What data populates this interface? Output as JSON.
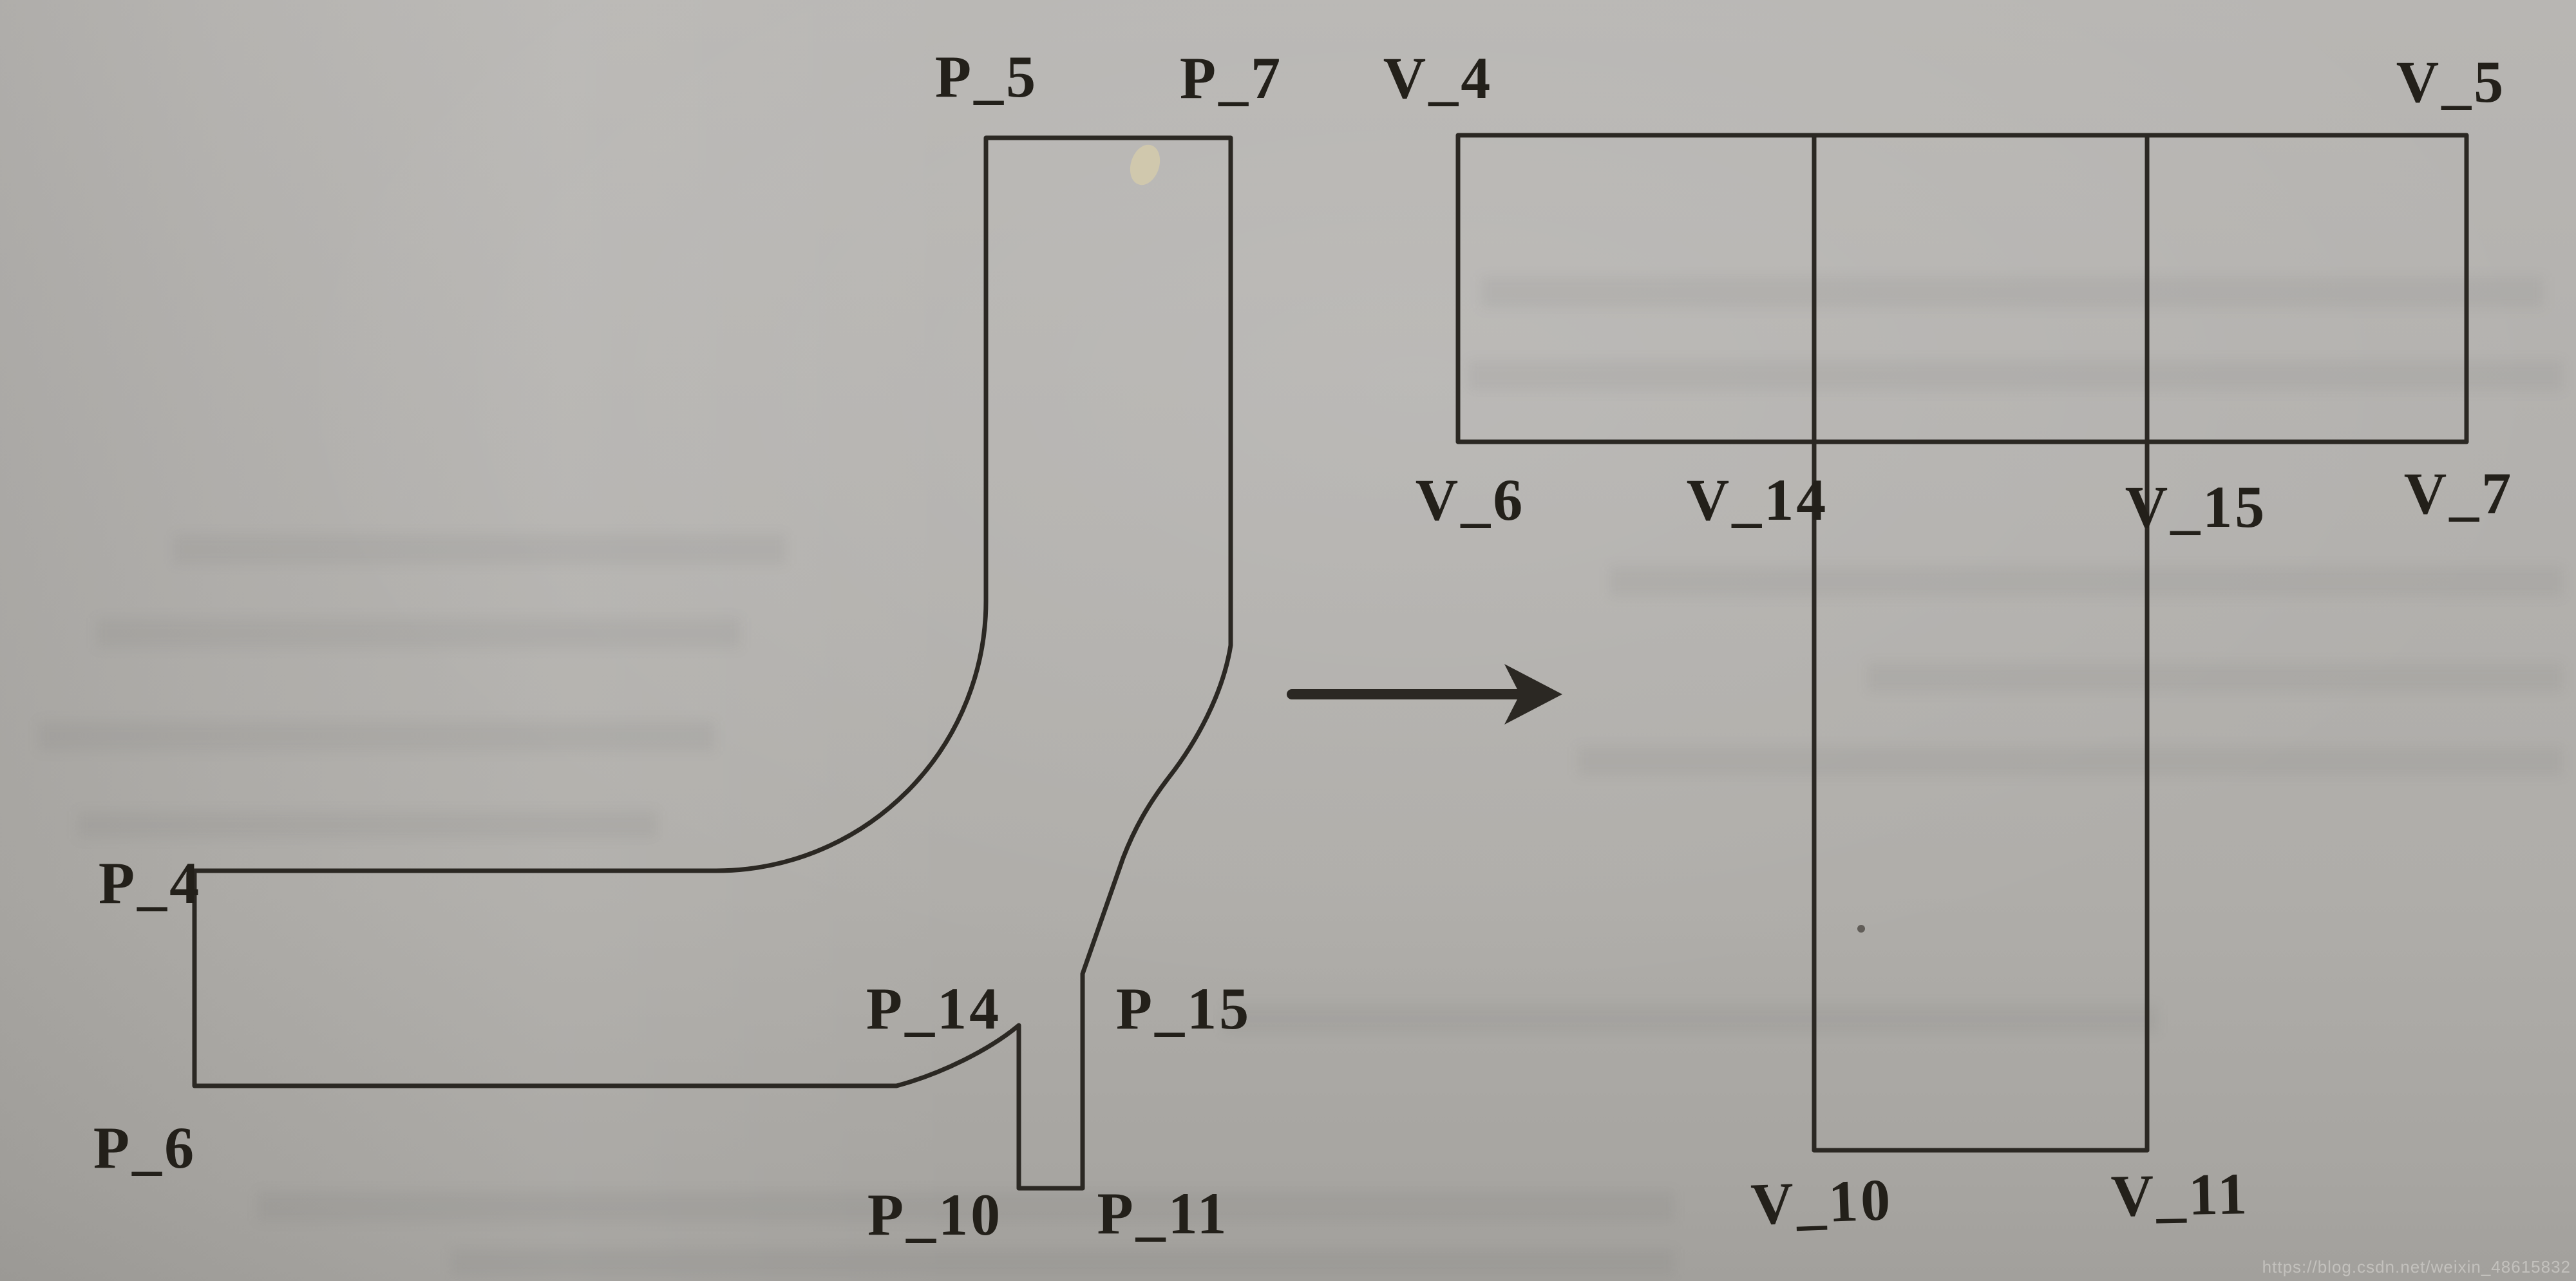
{
  "page": {
    "background_color": "#b2b0ad",
    "ink_color": "#2b2823",
    "label_color": "#23201a"
  },
  "figure_left": {
    "description": "pipe-elbow-profile",
    "labels": {
      "p5": "P_5",
      "p7": "P_7",
      "p4": "P_4",
      "p6": "P_6",
      "p14": "P_14",
      "p15": "P_15",
      "p10": "P_10",
      "p11": "P_11"
    }
  },
  "figure_right": {
    "description": "unfolded-patch-layout",
    "labels": {
      "v4": "V_4",
      "v5": "V_5",
      "v6": "V_6",
      "v7": "V_7",
      "v14": "V_14",
      "v15": "V_15",
      "v10": "V_10",
      "v11": "V_11"
    }
  },
  "arrow": {
    "direction": "right"
  },
  "watermark": {
    "text": "https://blog.csdn.net/weixin_48615832",
    "color": "#c9c7c3"
  }
}
